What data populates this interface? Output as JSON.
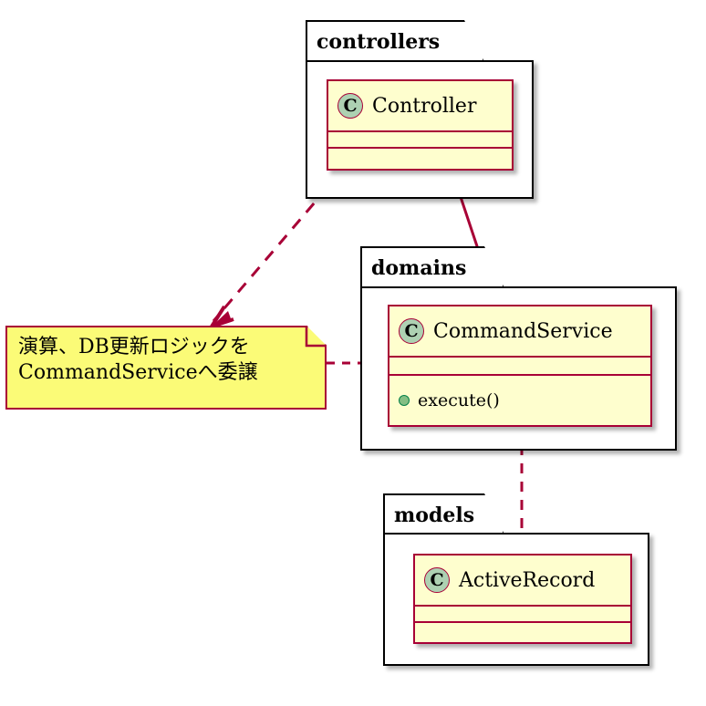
{
  "diagram": {
    "title": "UML package / class diagram",
    "colors": {
      "class_fill": "#FEFECE",
      "class_border": "#A80036",
      "note_fill": "#FBFB77",
      "package_fill": "#FFFFFF",
      "package_border": "#000000",
      "stereotype_circle": "#ADD1B2",
      "public_member_dot": "#84BE84",
      "arrow": "#A80036",
      "background": "#FFFFFF"
    }
  },
  "packages": [
    {
      "name": "controllers",
      "classes": [
        {
          "name": "Controller",
          "stereotype_letter": "C",
          "attributes": [],
          "methods": []
        }
      ]
    },
    {
      "name": "domains",
      "classes": [
        {
          "name": "CommandService",
          "stereotype_letter": "C",
          "attributes": [],
          "methods": [
            {
              "label": "execute()",
              "visibility": "public"
            }
          ]
        }
      ]
    },
    {
      "name": "models",
      "classes": [
        {
          "name": "ActiveRecord",
          "stereotype_letter": "C",
          "attributes": [],
          "methods": []
        }
      ]
    }
  ],
  "notes": [
    {
      "id": "delegation-note",
      "text": "演算、DB更新ロジックを\nCommandServiceへ委譲",
      "line1": "演算、DB更新ロジックを",
      "line2": "CommandServiceへ委譲"
    }
  ],
  "edges": [
    {
      "id": "controller-to-note",
      "from": "Controller",
      "to": "delegation-note",
      "style": "dashed",
      "arrowhead": "open"
    },
    {
      "id": "controller-to-commandservice",
      "from": "Controller",
      "to": "CommandService",
      "style": "solid",
      "arrowhead": "filled"
    },
    {
      "id": "note-to-commandservice",
      "from": "delegation-note",
      "to": "CommandService",
      "style": "dashed",
      "arrowhead": "filled"
    },
    {
      "id": "commandservice-to-activerecord",
      "from": "CommandService",
      "to": "ActiveRecord",
      "style": "dashed",
      "arrowhead": "filled"
    }
  ]
}
